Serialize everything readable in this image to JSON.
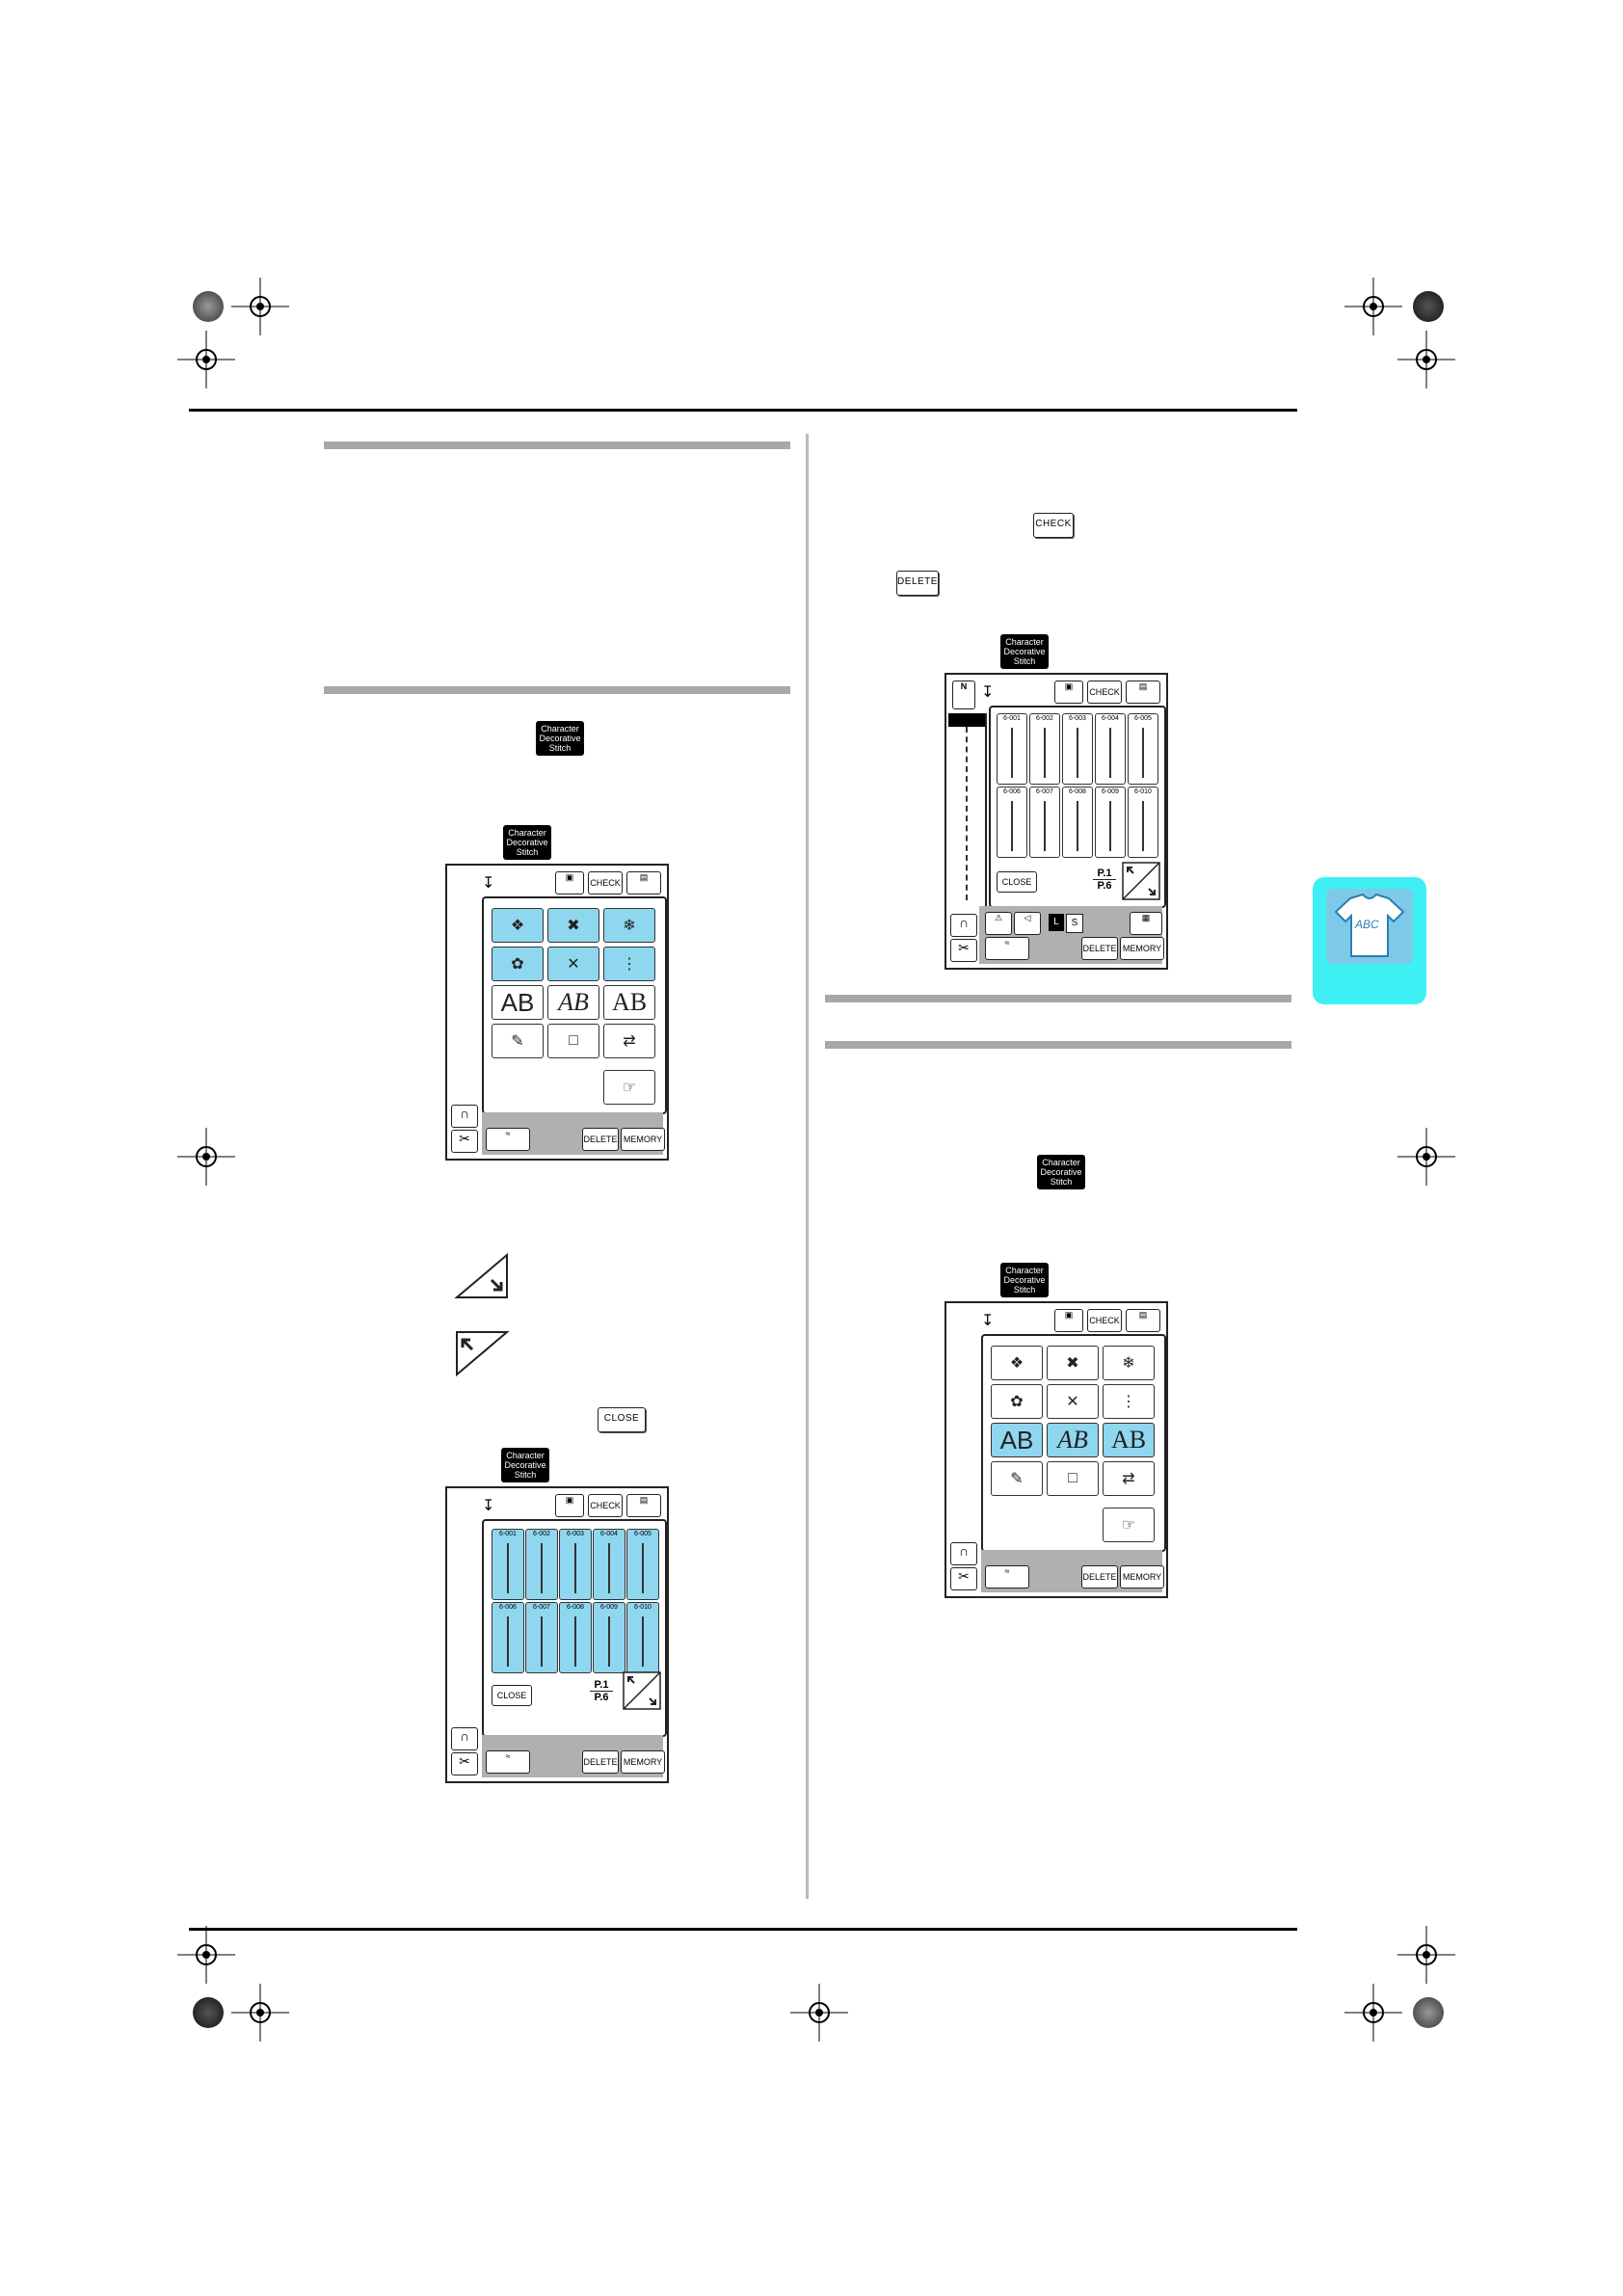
{
  "labels": {
    "char_tag_line1": "Character",
    "char_tag_line2": "Decorative",
    "char_tag_line3": "Stitch",
    "check": "CHECK",
    "delete": "DELETE",
    "close": "CLOSE",
    "memory": "MEMORY",
    "page_current": "P.1",
    "page_total": "P.6",
    "stitch_size_L": "L",
    "stitch_size_S": "S",
    "sidebar_mode": "N",
    "tab_icon_text": "ABC"
  },
  "stitch_codes": [
    "6-001",
    "6-002",
    "6-003",
    "6-004",
    "6-005",
    "6-006",
    "6-007",
    "6-008",
    "6-009",
    "6-010"
  ],
  "category_tiles": {
    "text_ab": "AB",
    "text_ab_script": "AB",
    "text_ab_outline": "AB"
  },
  "colors": {
    "selected_tile": "#8fd6ef",
    "side_tab": "#3ef0f4",
    "screen_bar": "#b0b0b0"
  }
}
